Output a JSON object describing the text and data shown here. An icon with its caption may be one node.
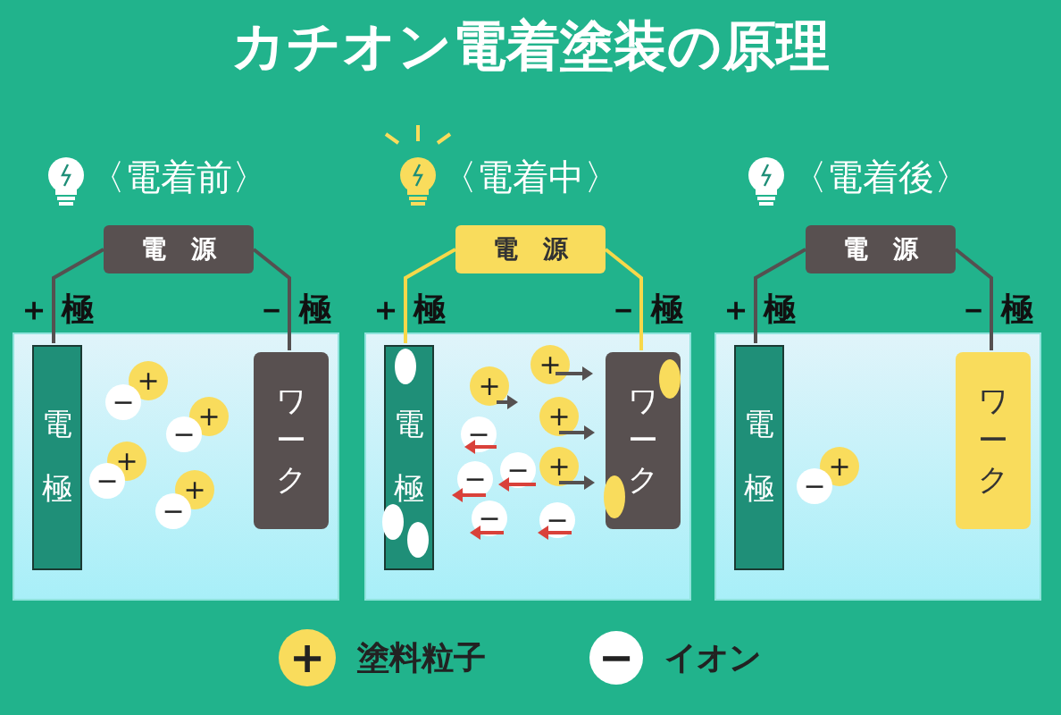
{
  "diagram": {
    "title": "カチオン電着塗装の原理",
    "nodes": [
      {
        "text": [
          "電　源"
        ]
      },
      {
        "text": [],
        "shape": "box"
      },
      {
        "text": [
          "電極"
        ],
        "in": 1
      },
      {
        "text": [
          "ワーク"
        ],
        "in": 1
      },
      {
        "text": [
          "+"
        ],
        "in": 1
      },
      {
        "text": [
          "−"
        ],
        "in": 1
      },
      {
        "text": [
          "+"
        ],
        "in": 1
      },
      {
        "text": [
          "−"
        ],
        "in": 1
      },
      {
        "text": [
          "+"
        ],
        "in": 1
      },
      {
        "text": [
          "−"
        ],
        "in": 1
      },
      {
        "text": [
          "+"
        ],
        "in": 1
      },
      {
        "text": [
          "−"
        ],
        "in": 1
      },
      {
        "text": [
          "電　源"
        ]
      },
      {
        "text": [],
        "shape": "box"
      },
      {
        "text": [
          "電極"
        ],
        "in": 13
      },
      {
        "text": [
          "ワーク"
        ],
        "in": 13
      },
      {
        "text": [
          "+"
        ],
        "in": 13
      },
      {
        "text": [
          "+"
        ],
        "in": 13
      },
      {
        "text": [
          "+"
        ],
        "in": 13
      },
      {
        "text": [
          "+"
        ],
        "in": 13
      },
      {
        "text": [
          "−"
        ],
        "in": 13
      },
      {
        "text": [
          "−"
        ],
        "in": 13
      },
      {
        "text": [
          "−"
        ],
        "in": 13
      },
      {
        "text": [
          "−"
        ],
        "in": 13
      },
      {
        "text": [
          "−"
        ],
        "in": 13
      },
      {
        "text": [
          "電　源"
        ]
      },
      {
        "text": [],
        "shape": "box"
      },
      {
        "text": [
          "電極"
        ],
        "in": 26
      },
      {
        "text": [
          "ワーク"
        ],
        "in": 26
      },
      {
        "text": [
          "+"
        ],
        "in": 26
      },
      {
        "text": [
          "−"
        ],
        "in": 26
      },
      {
        "text": [
          "+"
        ],
        "beside": [
          "塗料粒子"
        ]
      },
      {
        "text": [
          "−"
        ],
        "beside": [
          "イオン"
        ]
      }
    ],
    "edges": [
      {
        "from": 0,
        "to": 2,
        "arrow": "none"
      },
      {
        "from": 0,
        "to": 3,
        "arrow": "none"
      },
      {
        "from": 12,
        "to": 14,
        "arrow": "none",
        "color": "#f7d84a"
      },
      {
        "from": 12,
        "to": 15,
        "arrow": "none",
        "color": "#f7d84a"
      },
      {
        "from": 25,
        "to": 27,
        "arrow": "none"
      },
      {
        "from": 25,
        "to": 28,
        "arrow": "none"
      }
    ],
    "labels": [
      "〈電着前〉",
      "＋ 極",
      "－ 極",
      "〈電着中〉",
      "＋ 極",
      "－ 極",
      "〈電着後〉",
      "＋ 極",
      "－ 極"
    ]
  }
}
